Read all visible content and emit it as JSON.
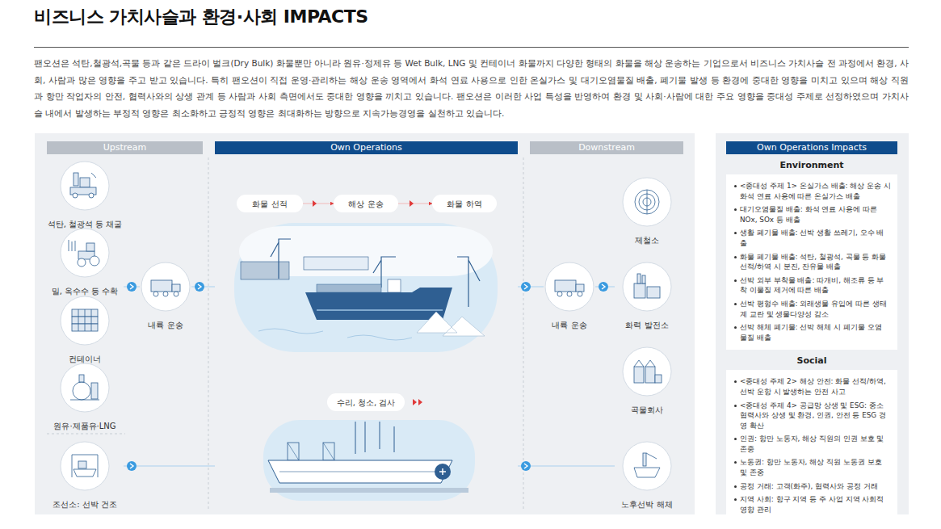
{
  "diagram": {
    "title": "비즈니스 가치사슬과 환경·사회 IMPACTS",
    "nodes": [
      {
        "text": [
          "Upstream"
        ]
      },
      {
        "text": [
          "석탄, 철광석 등 채굴"
        ],
        "in": 0
      },
      {
        "text": [
          "밀, 옥수수 등 수확"
        ],
        "in": 0
      },
      {
        "text": [
          "컨테이너"
        ],
        "in": 0
      },
      {
        "text": [
          "원유·제품유·LNG"
        ],
        "in": 0
      },
      {
        "text": [
          "내륙 운송"
        ],
        "in": 0
      },
      {
        "text": [
          "조선소: 선박 건조"
        ],
        "in": 0
      },
      {
        "text": [
          "Own Operations"
        ]
      },
      {
        "text": [
          "화물 선적"
        ],
        "in": 7
      },
      {
        "text": [
          "해상 운송"
        ],
        "in": 7
      },
      {
        "text": [
          "화물 하역"
        ],
        "in": 7
      },
      {
        "text": [
          "수리, 청소, 검사"
        ],
        "in": 7
      },
      {
        "text": [
          "Downstream"
        ]
      },
      {
        "text": [
          "제철소"
        ],
        "in": 12
      },
      {
        "text": [
          "내륙 운송"
        ],
        "in": 12
      },
      {
        "text": [
          "화력 발전소"
        ],
        "in": 12
      },
      {
        "text": [
          "곡물회사"
        ],
        "in": 12
      },
      {
        "text": [
          "노후선박 해체"
        ],
        "in": 12
      },
      {
        "text": [
          "Own Operations Impacts"
        ]
      },
      {
        "text": [
          "Environment",
          "<중대성 주제 1> 온실가스 배출: 해상 운송 시 화석 연료 사용에 따른 온실가스 배출",
          "대기오염물질 배출: 화석 연료 사용에 따른 NOx, SOx 등 배출",
          "생활 폐기물 배출: 선박 생활 쓰레기, 오수 배출",
          "화물 폐기물 배출: 석탄, 철광석, 곡물 등 화물 선적/하역 시 분진, 잔유물 배출",
          "선박 외부 부착물 배출: 따개비, 해조류 등 부착 이물질 제거에 따른 배출",
          "선박 평형수 배출: 외래생물 유입에 따른 생태계 교란 및 생물다양성 감소",
          "선박 해체 폐기물: 선박 해체 시 폐기물 오염 물질 배출"
        ],
        "in": 18
      },
      {
        "text": [
          "Social",
          "<중대성 주제 2> 해상 안전: 화물 선적/하역, 선박 운항 시 발생하는 안전 사고",
          "<중대성 주제 4> 공급망 상생 및 ESG: 중소 협력사와 상생 및 환경, 인권, 안전 등 ESG 경영 확산",
          "인권: 항만 노동자, 해상 직원의 인권 보호 및 존중",
          "노동권: 항만 노동자, 해상 직원 노동권 보호 및 존중",
          "공정 거래: 고객(화주), 협력사와 공정 거래",
          "지역 사회: 항구 지역 등 주 사업 지역 사회적 영향 관리"
        ],
        "in": 18
      }
    ],
    "edges": [
      {
        "from": 2,
        "to": 5,
        "arrow": "to"
      },
      {
        "from": 5,
        "to": 7,
        "arrow": "to"
      },
      {
        "from": 7,
        "to": 14,
        "arrow": "to"
      },
      {
        "from": 14,
        "to": 15,
        "arrow": "to"
      },
      {
        "from": 6,
        "to": 7,
        "arrow": "to"
      },
      {
        "from": 7,
        "to": 17,
        "arrow": "to"
      },
      {
        "from": 8,
        "to": 9,
        "arrow": "to"
      },
      {
        "from": 9,
        "to": 10,
        "arrow": "to"
      }
    ],
    "labels": [
      "팬오션은 석탄,철광석,곡물 등과 같은 드라이 벌크(Dry Bulk) 화물뿐만 아니라 원유·정제유 등 Wet Bulk, LNG 및 컨테이너 화물까지 다양한 형태의 화물을 해상 운송하는 기업으로서 비즈니스 가치사슬 전 과정에서 환경, 사회, 사람과 많은 영향을 주고 받고 있습니다. 특히 팬오션이 직접 운영·관리하는 해상 운송 영역에서 화석 연료 사용으로 인한 온실가스 및 대기오염물질 배출, 폐기물 발생 등 환경에 중대한 영향을 미치고 있으며 해상 직원과 항만 작업자의 안전, 협력사와의 상생 관계 등 사람과 사회 측면에서도 중대한 영향을 끼치고 있습니다. 팬오션은 이러한 사업 특성을 반영하여 환경 및 사회·사람에 대한 주요 영향을 중대성 주제로 선정하였으며 가치사슬 내에서 발생하는 부정적 영향은 최소화하고 긍정적 영향은 최대화하는 방향으로 지속가능경영을 실천하고 있습니다."
    ]
  }
}
